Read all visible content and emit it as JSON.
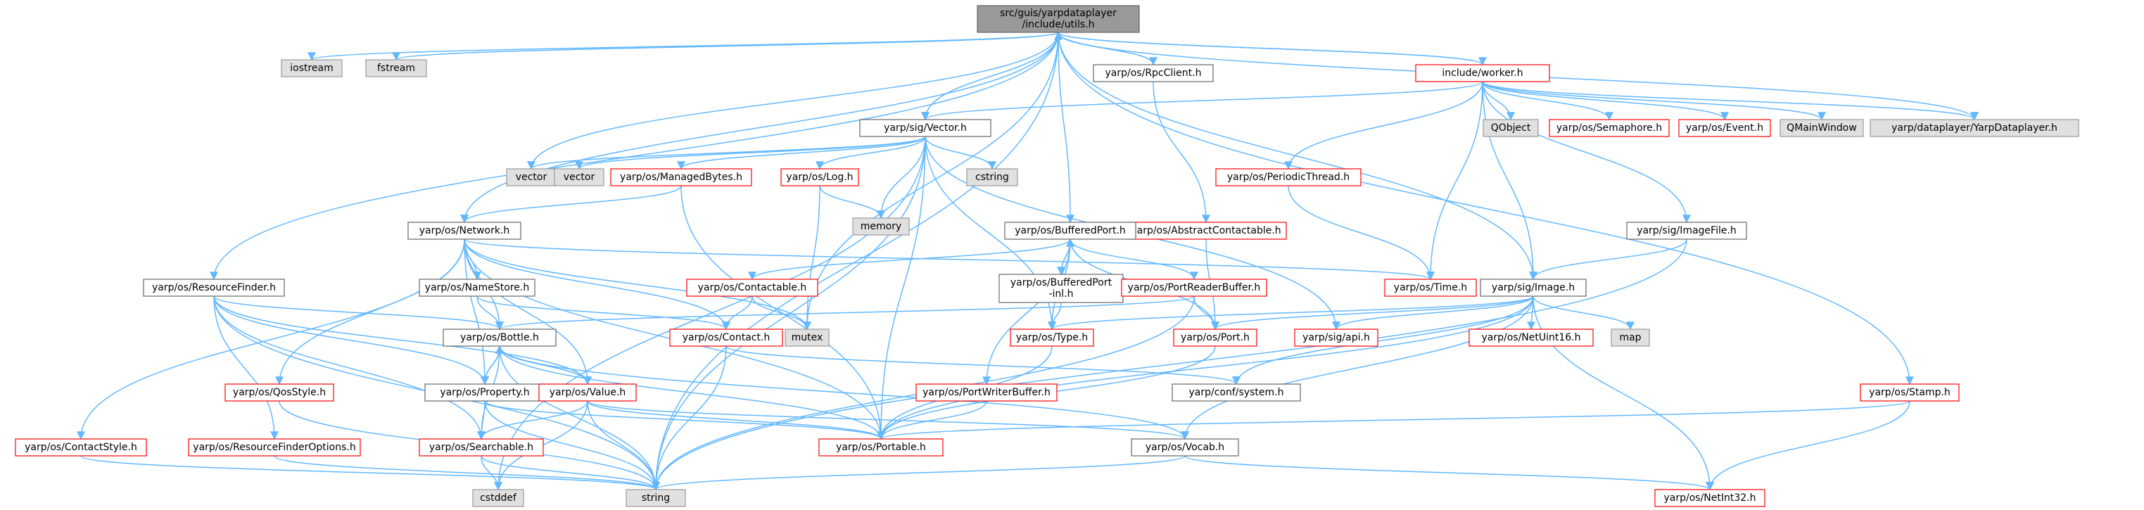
{
  "colors": {
    "edge": "#63b8ff",
    "root_fill": "#999999",
    "normal_fill": "#ffffff",
    "normal_border": "#666666",
    "gray_fill": "#e0e0e0",
    "gray_border": "#999999",
    "red_border": "#ff0000",
    "text": "#000000",
    "red_text": "#000000"
  },
  "nodes": [
    {
      "id": "root",
      "style": "root",
      "lines": [
        "src/guis/yarpdataplayer",
        "/include/utils.h"
      ]
    },
    {
      "id": "iostream",
      "style": "gray",
      "lines": [
        "iostream"
      ]
    },
    {
      "id": "fstream",
      "style": "gray",
      "lines": [
        "fstream"
      ]
    },
    {
      "id": "rpcclient",
      "style": "normal",
      "lines": [
        "yarp/os/RpcClient.h"
      ]
    },
    {
      "id": "worker",
      "style": "red",
      "lines": [
        "include/worker.h"
      ]
    },
    {
      "id": "vector_h",
      "style": "normal",
      "lines": [
        "yarp/sig/Vector.h"
      ]
    },
    {
      "id": "qobject",
      "style": "gray",
      "lines": [
        "QObject"
      ]
    },
    {
      "id": "semaphore",
      "style": "red",
      "lines": [
        "yarp/os/Semaphore.h"
      ]
    },
    {
      "id": "event",
      "style": "red",
      "lines": [
        "yarp/os/Event.h"
      ]
    },
    {
      "id": "qmainwindow",
      "style": "gray",
      "lines": [
        "QMainWindow"
      ]
    },
    {
      "id": "yarpdataplayer",
      "style": "gray",
      "lines": [
        "yarp/dataplayer/YarpDataplayer.h"
      ]
    },
    {
      "id": "vector",
      "style": "gray",
      "lines": [
        "vector"
      ]
    },
    {
      "id": "vector2",
      "style": "gray",
      "lines": [
        "vector"
      ]
    },
    {
      "id": "managedbytes",
      "style": "red",
      "lines": [
        "yarp/os/ManagedBytes.h"
      ]
    },
    {
      "id": "log",
      "style": "red",
      "lines": [
        "yarp/os/Log.h"
      ]
    },
    {
      "id": "cstring",
      "style": "gray",
      "lines": [
        "cstring"
      ]
    },
    {
      "id": "memory",
      "style": "gray",
      "lines": [
        "memory"
      ]
    },
    {
      "id": "periodicthread",
      "style": "red",
      "lines": [
        "yarp/os/PeriodicThread.h"
      ]
    },
    {
      "id": "abstractcontactable",
      "style": "red",
      "lines": [
        "yarp/os/AbstractContactable.h"
      ]
    },
    {
      "id": "bufferedport",
      "style": "normal",
      "lines": [
        "yarp/os/BufferedPort.h"
      ]
    },
    {
      "id": "network",
      "style": "normal",
      "lines": [
        "yarp/os/Network.h"
      ]
    },
    {
      "id": "imagefile",
      "style": "normal",
      "lines": [
        "yarp/sig/ImageFile.h"
      ]
    },
    {
      "id": "resourcefinder",
      "style": "normal",
      "lines": [
        "yarp/os/ResourceFinder.h"
      ]
    },
    {
      "id": "contactable",
      "style": "red",
      "lines": [
        "yarp/os/Contactable.h"
      ]
    },
    {
      "id": "bufferedportinl",
      "style": "normal",
      "lines": [
        "yarp/os/BufferedPort",
        "-inl.h"
      ]
    },
    {
      "id": "portreaderbuffer",
      "style": "red",
      "lines": [
        "yarp/os/PortReaderBuffer.h"
      ]
    },
    {
      "id": "nameStore",
      "style": "normal",
      "lines": [
        "yarp/os/NameStore.h"
      ]
    },
    {
      "id": "time",
      "style": "red",
      "lines": [
        "yarp/os/Time.h"
      ]
    },
    {
      "id": "image",
      "style": "normal",
      "lines": [
        "yarp/sig/Image.h"
      ]
    },
    {
      "id": "mutex",
      "style": "gray",
      "lines": [
        "mutex"
      ]
    },
    {
      "id": "bottle",
      "style": "normal",
      "lines": [
        "yarp/os/Bottle.h"
      ]
    },
    {
      "id": "contact",
      "style": "red",
      "lines": [
        "yarp/os/Contact.h"
      ]
    },
    {
      "id": "type",
      "style": "red",
      "lines": [
        "yarp/os/Type.h"
      ]
    },
    {
      "id": "port",
      "style": "red",
      "lines": [
        "yarp/os/Port.h"
      ]
    },
    {
      "id": "sigapi",
      "style": "red",
      "lines": [
        "yarp/sig/api.h"
      ]
    },
    {
      "id": "netuint16",
      "style": "red",
      "lines": [
        "yarp/os/NetUint16.h"
      ]
    },
    {
      "id": "map",
      "style": "gray",
      "lines": [
        "map"
      ]
    },
    {
      "id": "qosstyle",
      "style": "red",
      "lines": [
        "yarp/os/QosStyle.h"
      ]
    },
    {
      "id": "property",
      "style": "normal",
      "lines": [
        "yarp/os/Property.h"
      ]
    },
    {
      "id": "value",
      "style": "red",
      "lines": [
        "yarp/os/Value.h"
      ]
    },
    {
      "id": "confsystem",
      "style": "normal",
      "lines": [
        "yarp/conf/system.h"
      ]
    },
    {
      "id": "stamp",
      "style": "red",
      "lines": [
        "yarp/os/Stamp.h"
      ]
    },
    {
      "id": "contactstyle",
      "style": "red",
      "lines": [
        "yarp/os/ContactStyle.h"
      ]
    },
    {
      "id": "resourcefinderoptions",
      "style": "red",
      "lines": [
        "yarp/os/ResourceFinderOptions.h"
      ]
    },
    {
      "id": "searchable",
      "style": "red",
      "lines": [
        "yarp/os/Searchable.h"
      ]
    },
    {
      "id": "portwriterbuffer",
      "style": "red",
      "lines": [
        "yarp/os/PortWriterBuffer.h"
      ]
    },
    {
      "id": "portable",
      "style": "red",
      "lines": [
        "yarp/os/Portable.h"
      ]
    },
    {
      "id": "vocab",
      "style": "normal",
      "lines": [
        "yarp/os/Vocab.h"
      ]
    },
    {
      "id": "cstddef",
      "style": "gray",
      "lines": [
        "cstddef"
      ]
    },
    {
      "id": "string",
      "style": "gray",
      "lines": [
        "string"
      ]
    },
    {
      "id": "netint32",
      "style": "red",
      "lines": [
        "yarp/os/NetInt32.h"
      ]
    }
  ],
  "edges": [
    [
      "root",
      "iostream"
    ],
    [
      "root",
      "fstream"
    ],
    [
      "root",
      "rpcclient"
    ],
    [
      "root",
      "worker"
    ],
    [
      "root",
      "vector_h"
    ],
    [
      "root",
      "vector"
    ],
    [
      "root",
      "bufferedport"
    ],
    [
      "root",
      "network"
    ],
    [
      "root",
      "resourcefinder"
    ],
    [
      "root",
      "image"
    ],
    [
      "root",
      "mutex"
    ],
    [
      "root",
      "string"
    ],
    [
      "root",
      "stamp"
    ],
    [
      "root",
      "yarpdataplayer"
    ],
    [
      "worker",
      "root"
    ],
    [
      "worker",
      "vector_h"
    ],
    [
      "worker",
      "qobject"
    ],
    [
      "worker",
      "semaphore"
    ],
    [
      "worker",
      "event"
    ],
    [
      "worker",
      "qmainwindow"
    ],
    [
      "worker",
      "yarpdataplayer"
    ],
    [
      "worker",
      "periodicthread"
    ],
    [
      "worker",
      "imagefile"
    ],
    [
      "worker",
      "image"
    ],
    [
      "worker",
      "time"
    ],
    [
      "rpcclient",
      "abstractcontactable"
    ],
    [
      "vector_h",
      "vector"
    ],
    [
      "vector_h",
      "vector2"
    ],
    [
      "vector_h",
      "managedbytes"
    ],
    [
      "vector_h",
      "log"
    ],
    [
      "vector_h",
      "cstring"
    ],
    [
      "vector_h",
      "memory"
    ],
    [
      "vector_h",
      "type"
    ],
    [
      "vector_h",
      "portable"
    ],
    [
      "vector_h",
      "sigapi"
    ],
    [
      "vector_h",
      "string"
    ],
    [
      "vector_h",
      "cstddef"
    ],
    [
      "managedbytes",
      "network"
    ],
    [
      "managedbytes",
      "portable"
    ],
    [
      "log",
      "memory"
    ],
    [
      "log",
      "mutex"
    ],
    [
      "periodicthread",
      "time"
    ],
    [
      "abstractcontactable",
      "port"
    ],
    [
      "bufferedport",
      "contactable"
    ],
    [
      "bufferedport",
      "bufferedportinl"
    ],
    [
      "bufferedport",
      "portreaderbuffer"
    ],
    [
      "bufferedport",
      "port"
    ],
    [
      "bufferedport",
      "portwriterbuffer"
    ],
    [
      "bufferedport",
      "type"
    ],
    [
      "bufferedportinl",
      "bufferedport"
    ],
    [
      "bufferedportinl",
      "type"
    ],
    [
      "network",
      "nameStore"
    ],
    [
      "network",
      "contact"
    ],
    [
      "network",
      "time"
    ],
    [
      "network",
      "bottle"
    ],
    [
      "network",
      "property"
    ],
    [
      "network",
      "value"
    ],
    [
      "network",
      "qosstyle"
    ],
    [
      "network",
      "contactstyle"
    ],
    [
      "network",
      "portable"
    ],
    [
      "network",
      "mutex"
    ],
    [
      "nameStore",
      "bottle"
    ],
    [
      "nameStore",
      "contact"
    ],
    [
      "contactable",
      "contact"
    ],
    [
      "contactable",
      "mutex"
    ],
    [
      "portreaderbuffer",
      "port"
    ],
    [
      "portreaderbuffer",
      "string"
    ],
    [
      "portreaderbuffer",
      "bottle"
    ],
    [
      "imagefile",
      "image"
    ],
    [
      "imagefile",
      "string"
    ],
    [
      "image",
      "type"
    ],
    [
      "image",
      "port"
    ],
    [
      "image",
      "sigapi"
    ],
    [
      "image",
      "netuint16"
    ],
    [
      "image",
      "map"
    ],
    [
      "image",
      "confsystem"
    ],
    [
      "image",
      "portable"
    ],
    [
      "image",
      "vocab"
    ],
    [
      "image",
      "netint32"
    ],
    [
      "resourcefinder",
      "bottle"
    ],
    [
      "resourcefinder",
      "property"
    ],
    [
      "resourcefinder",
      "value"
    ],
    [
      "resourcefinder",
      "searchable"
    ],
    [
      "resourcefinder",
      "resourcefinderoptions"
    ],
    [
      "resourcefinder",
      "string"
    ],
    [
      "bottle",
      "property"
    ],
    [
      "bottle",
      "value"
    ],
    [
      "bottle",
      "searchable"
    ],
    [
      "bottle",
      "portable"
    ],
    [
      "bottle",
      "string"
    ],
    [
      "bottle",
      "vocab"
    ],
    [
      "property",
      "bottle"
    ],
    [
      "property",
      "searchable"
    ],
    [
      "property",
      "portable"
    ],
    [
      "property",
      "string"
    ],
    [
      "value",
      "bottle"
    ],
    [
      "value",
      "searchable"
    ],
    [
      "value",
      "portable"
    ],
    [
      "value",
      "vocab"
    ],
    [
      "value",
      "string"
    ],
    [
      "value",
      "cstddef"
    ],
    [
      "contact",
      "string"
    ],
    [
      "contact",
      "confsystem"
    ],
    [
      "type",
      "portable"
    ],
    [
      "port",
      "portable"
    ],
    [
      "searchable",
      "string"
    ],
    [
      "searchable",
      "cstddef"
    ],
    [
      "portwriterbuffer",
      "portable"
    ],
    [
      "stamp",
      "portable"
    ],
    [
      "stamp",
      "netint32"
    ],
    [
      "contactstyle",
      "string"
    ],
    [
      "resourcefinderoptions",
      "string"
    ],
    [
      "qosstyle",
      "string"
    ],
    [
      "vocab",
      "string"
    ],
    [
      "vocab",
      "netint32"
    ]
  ]
}
